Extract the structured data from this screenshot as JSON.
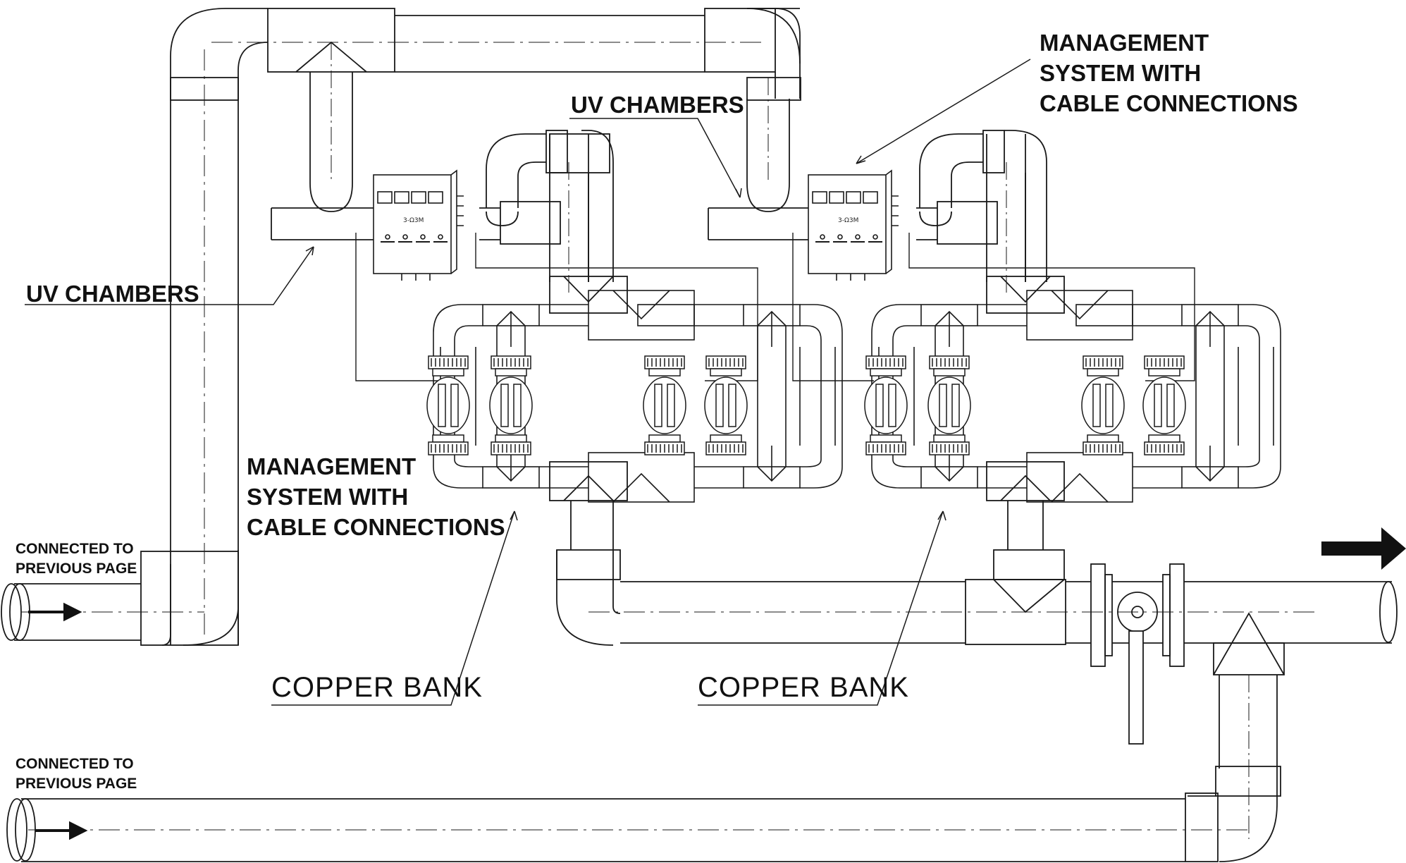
{
  "labels": {
    "uv_chambers_top": "UV CHAMBERS",
    "uv_chambers_left": "UV CHAMBERS",
    "management_top": [
      "MANAGEMENT",
      "SYSTEM WITH",
      "CABLE CONNECTIONS"
    ],
    "management_left": [
      "MANAGEMENT",
      "SYSTEM WITH",
      "CABLE CONNECTIONS"
    ],
    "copper_bank_left": "COPPER  BANK",
    "copper_bank_right": "COPPER  BANK",
    "connected_upper": [
      "CONNECTED TO",
      "PREVIOUS PAGE"
    ],
    "connected_lower": [
      "CONNECTED TO",
      "PREVIOUS PAGE"
    ],
    "panel_text": "3-Ω3M"
  },
  "colors": {
    "line": "#1a1a1a",
    "background": "#ffffff",
    "arrow": "#111111"
  },
  "icons": {
    "flow_in_upper": "right-arrow-icon",
    "flow_in_lower": "right-arrow-icon",
    "flow_out": "right-arrow-icon",
    "valve": "butterfly-valve-icon"
  }
}
